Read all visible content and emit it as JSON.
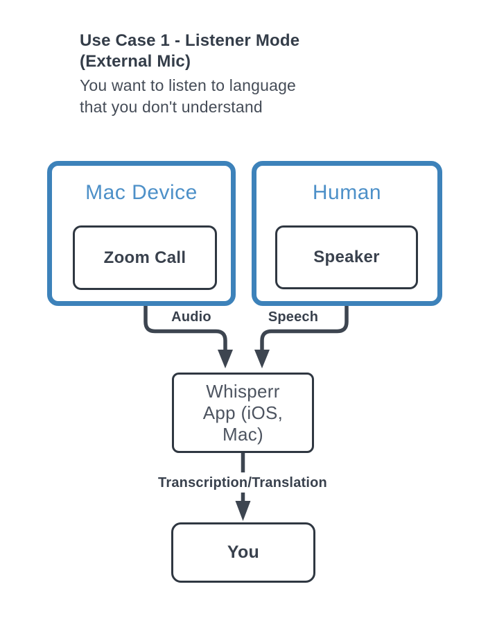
{
  "title": {
    "line1": "Use Case 1 - Listener Mode",
    "line2": "(External Mic)"
  },
  "subtitle": {
    "line1": "You want to listen to language",
    "line2": "that you don't understand"
  },
  "nodes": {
    "mac_device": {
      "label": "Mac Device"
    },
    "zoom_call": {
      "label": "Zoom Call"
    },
    "human": {
      "label": "Human"
    },
    "speaker": {
      "label": "Speaker"
    },
    "whisperr": {
      "lines": [
        "Whisperr",
        "App (iOS,",
        "Mac)"
      ]
    },
    "you": {
      "label": "You"
    }
  },
  "edges": {
    "audio": {
      "label": "Audio",
      "from": "Zoom Call",
      "to": "Whisperr App (iOS, Mac)"
    },
    "speech": {
      "label": "Speech",
      "from": "Speaker",
      "to": "Whisperr App (iOS, Mac)"
    },
    "transcription": {
      "label": "Transcription/Translation",
      "from": "Whisperr App (iOS, Mac)",
      "to": "You"
    }
  },
  "colors": {
    "background": "#ffffff",
    "accent_blue": "#3d82ba",
    "blue_text": "#4d90c8",
    "title_color": "#343d49",
    "subtitle_color": "#454c57",
    "dark_text": "#39414d",
    "node_border": "#2f3741",
    "whisperr_text": "#4d5460",
    "connector": "#3d4550"
  }
}
